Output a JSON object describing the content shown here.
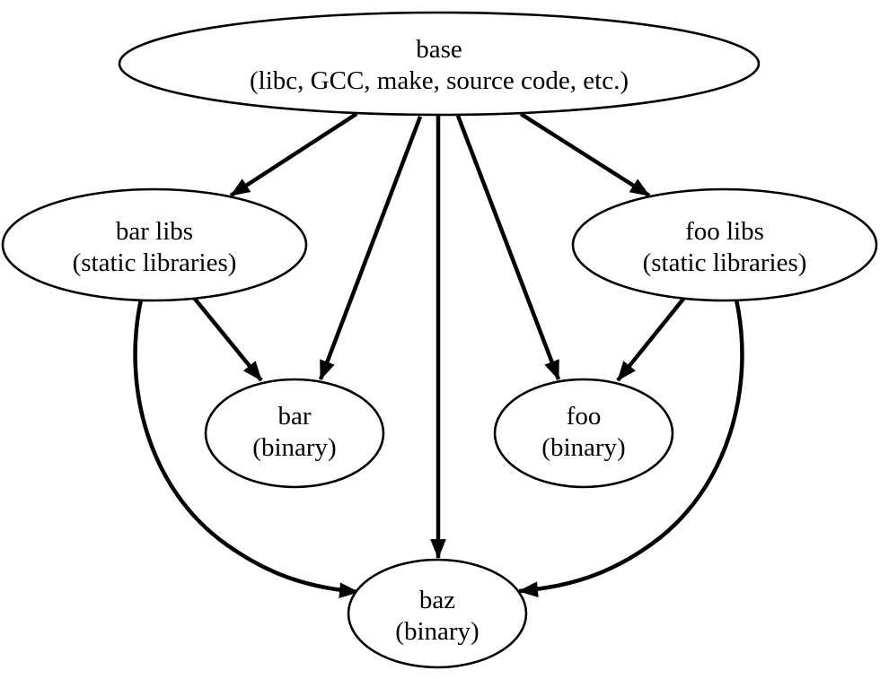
{
  "diagram": {
    "type": "directed-graph",
    "background_color": "#ffffff",
    "ink_color": "#000000",
    "nodes": [
      {
        "id": "base",
        "line1": "base",
        "line2": "(libc, GCC, make, source code, etc.)"
      },
      {
        "id": "bar-libs",
        "line1": "bar libs",
        "line2": "(static libraries)"
      },
      {
        "id": "foo-libs",
        "line1": "foo libs",
        "line2": "(static libraries)"
      },
      {
        "id": "bar",
        "line1": "bar",
        "line2": "(binary)"
      },
      {
        "id": "foo",
        "line1": "foo",
        "line2": "(binary)"
      },
      {
        "id": "baz",
        "line1": "baz",
        "line2": "(binary)"
      }
    ],
    "edges": [
      {
        "from": "base",
        "to": "bar-libs"
      },
      {
        "from": "base",
        "to": "bar"
      },
      {
        "from": "base",
        "to": "baz"
      },
      {
        "from": "base",
        "to": "foo"
      },
      {
        "from": "base",
        "to": "foo-libs"
      },
      {
        "from": "bar-libs",
        "to": "bar"
      },
      {
        "from": "bar-libs",
        "to": "baz"
      },
      {
        "from": "foo-libs",
        "to": "foo"
      },
      {
        "from": "foo-libs",
        "to": "baz"
      }
    ]
  }
}
